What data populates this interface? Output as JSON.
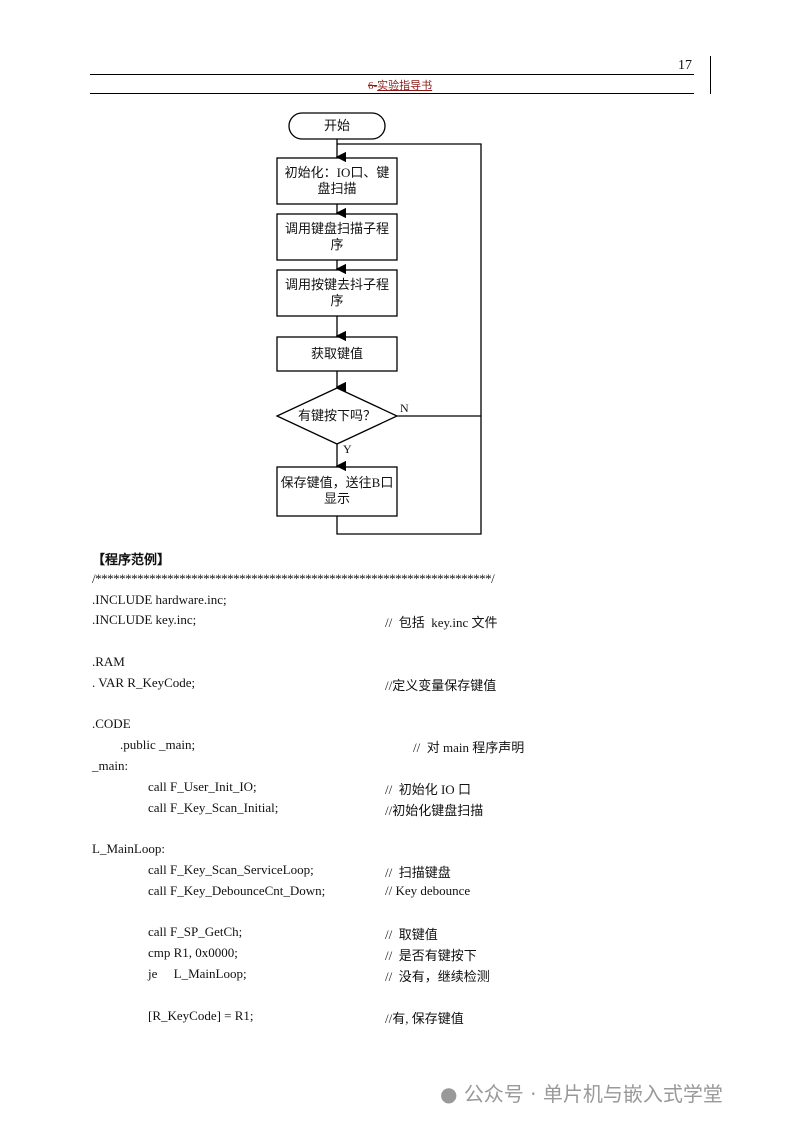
{
  "header": {
    "page_number": "17",
    "title_strike": "6-",
    "title": "实验指导书"
  },
  "flowchart": {
    "start": "开始",
    "steps": [
      "初始化：IO口、键盘扫描",
      "调用键盘扫描子程序",
      "调用按键去抖子程序",
      "获取键值"
    ],
    "decision": "有键按下吗？",
    "no": "N",
    "yes": "Y",
    "final": "保存键值，送往B口显示"
  },
  "section_title": "【程序范例】",
  "divider": "/******************************************************************/",
  "code": [
    {
      "c": ".INCLUDE hardware.inc;",
      "m": ""
    },
    {
      "c": ".INCLUDE key.inc;",
      "m": "//  包括  key.inc 文件"
    },
    {
      "c": ".RAM",
      "m": ""
    },
    {
      "c": ". VAR R_KeyCode;",
      "m": "//定义变量保存键值"
    },
    {
      "c": ".CODE",
      "m": ""
    },
    {
      "c": ".public _main;",
      "m": "//  对 main 程序声明"
    },
    {
      "c": "_main:",
      "m": ""
    },
    {
      "c": "call F_User_Init_IO;",
      "m": "//  初始化 IO 口"
    },
    {
      "c": "call F_Key_Scan_Initial;",
      "m": "//初始化键盘扫描"
    },
    {
      "c": "L_MainLoop:",
      "m": ""
    },
    {
      "c": "call F_Key_Scan_ServiceLoop;",
      "m": "//  扫描键盘"
    },
    {
      "c": "call F_Key_DebounceCnt_Down;",
      "m": "// Key debounce"
    },
    {
      "c": "call F_SP_GetCh;",
      "m": "//  取键值"
    },
    {
      "c": "cmp R1, 0x0000;",
      "m": "//  是否有键按下"
    },
    {
      "c": "je     L_MainLoop;",
      "m": "//  没有，继续检测"
    },
    {
      "c": "[R_KeyCode] = R1;",
      "m": "//有, 保存键值"
    }
  ],
  "watermark": "公众号 · 单片机与嵌入式学堂"
}
